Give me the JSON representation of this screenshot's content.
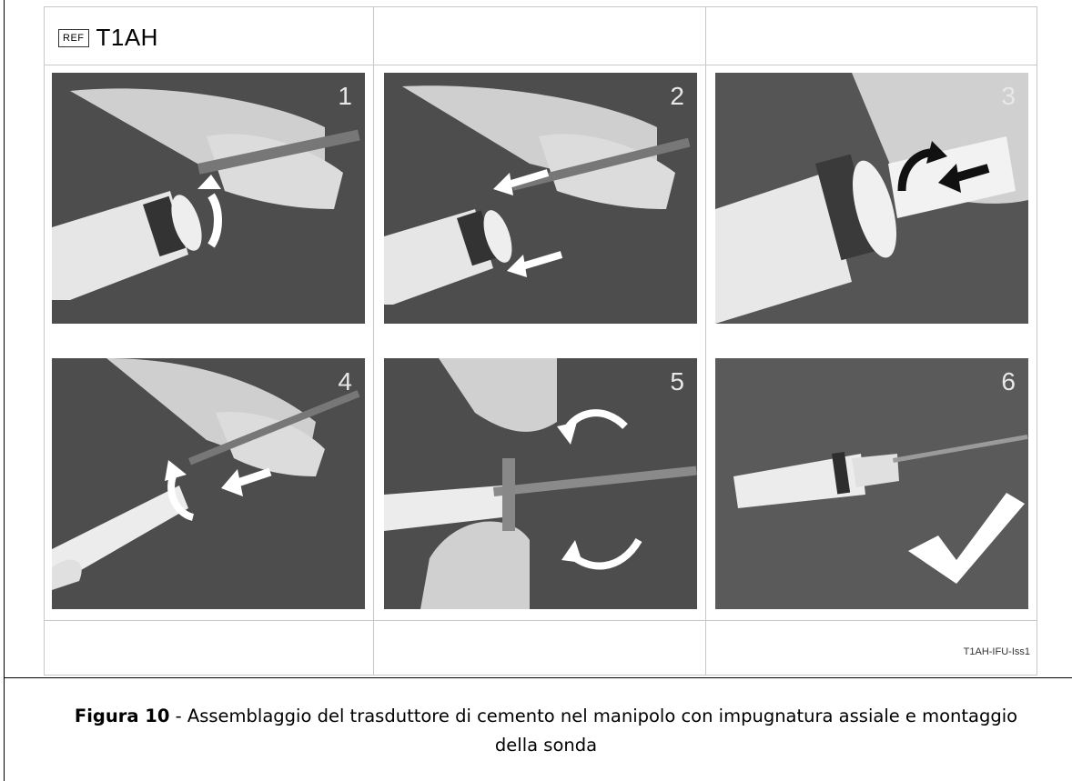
{
  "figure": {
    "ref_box": "REF",
    "ref_code": "T1AH",
    "doc_code": "T1AH-IFU-Iss1",
    "panels": [
      {
        "number": "1",
        "icon": "rotate-arrow"
      },
      {
        "number": "2",
        "icon": "push-arrows"
      },
      {
        "number": "3",
        "icon": "rotate-push-arrow"
      },
      {
        "number": "4",
        "icon": "rotate-push-arrow"
      },
      {
        "number": "5",
        "icon": "wrench-rotate-arrows"
      },
      {
        "number": "6",
        "icon": "checkmark"
      }
    ]
  },
  "caption": {
    "label": "Figura 10",
    "text": " - Assemblaggio del trasduttore di cemento nel manipolo con impugnatura assiale e montaggio della sonda"
  }
}
